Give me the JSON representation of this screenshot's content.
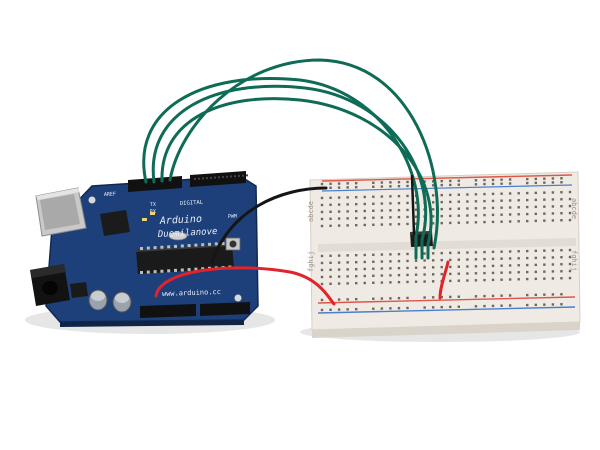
{
  "board": {
    "brand_text": "Arduino",
    "model_text": "Duemilanove",
    "website_text": "www.arduino.cc",
    "digital_header_text": "DIGITAL",
    "pwm_text": "PWM",
    "tx_text": "TX",
    "rx_text": "RX",
    "ioref_text": "AREF",
    "color_pcb": "#1d3f7a",
    "color_header": "#111111"
  },
  "breadboard": {
    "row_letters_top": "abcde",
    "row_letters_bottom": "fghij",
    "color_body": "#efebe4",
    "color_rail_red": "#e0554a",
    "color_rail_blue": "#4a7fd0"
  },
  "wires": {
    "color_green": "#0e6b55",
    "color_red": "#e3232b",
    "color_black": "#151515"
  },
  "component": {
    "name": "sensor-ic"
  }
}
